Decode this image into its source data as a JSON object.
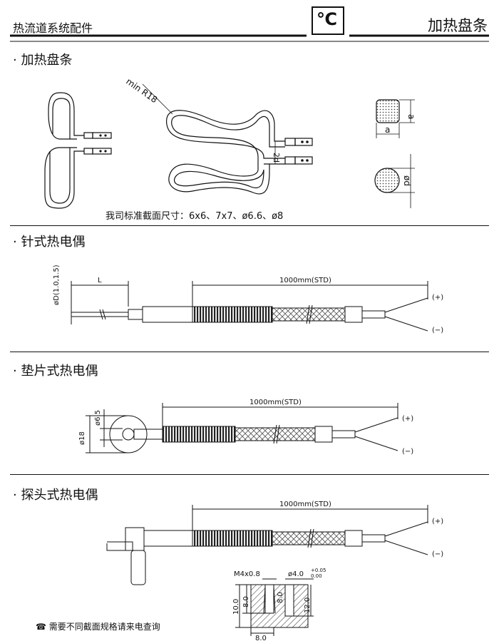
{
  "header": {
    "left_title": "热流道系统配件",
    "logo_text": "℃",
    "right_title": "加热盘条"
  },
  "sections": [
    {
      "title": "· 加热盘条"
    },
    {
      "title": "· 针式热电偶"
    },
    {
      "title": "· 垫片式热电偶"
    },
    {
      "title": "· 探头式热电偶"
    }
  ],
  "coil": {
    "bend_label": "min  R18",
    "bend_label_2": "2d",
    "square_label": "a",
    "round_label": "ød",
    "sizes_caption": "我司标准截面尺寸：6x6、7x7、ø6.6、ø8"
  },
  "needle_tc": {
    "dia_label": "øD(1.0,1.5)",
    "length_label": "L",
    "cable_label": "1000mm(STD)",
    "plus_label": "(+)",
    "minus_label": "(−)"
  },
  "washer_tc": {
    "outer_dia": "ø18",
    "hole_dia": "ø6.5",
    "cable_label": "1000mm(STD)",
    "plus_label": "(+)",
    "minus_label": "(−)"
  },
  "probe_tc": {
    "cable_label": "1000mm(STD)",
    "plus_label": "(+)",
    "minus_label": "(−)",
    "thread_label": "M4x0.8",
    "bore_label": "ø4.0",
    "bore_tol_upper": "+0.05",
    "bore_tol_lower": "0.00",
    "depth_10": "10.0",
    "depth_8a": "8.0",
    "depth_8b": "8.0",
    "depth_12": "12.0",
    "width_8": "8.0"
  },
  "footer": {
    "icon": "phone-icon",
    "text": "需要不同截面规格请来电查询"
  }
}
